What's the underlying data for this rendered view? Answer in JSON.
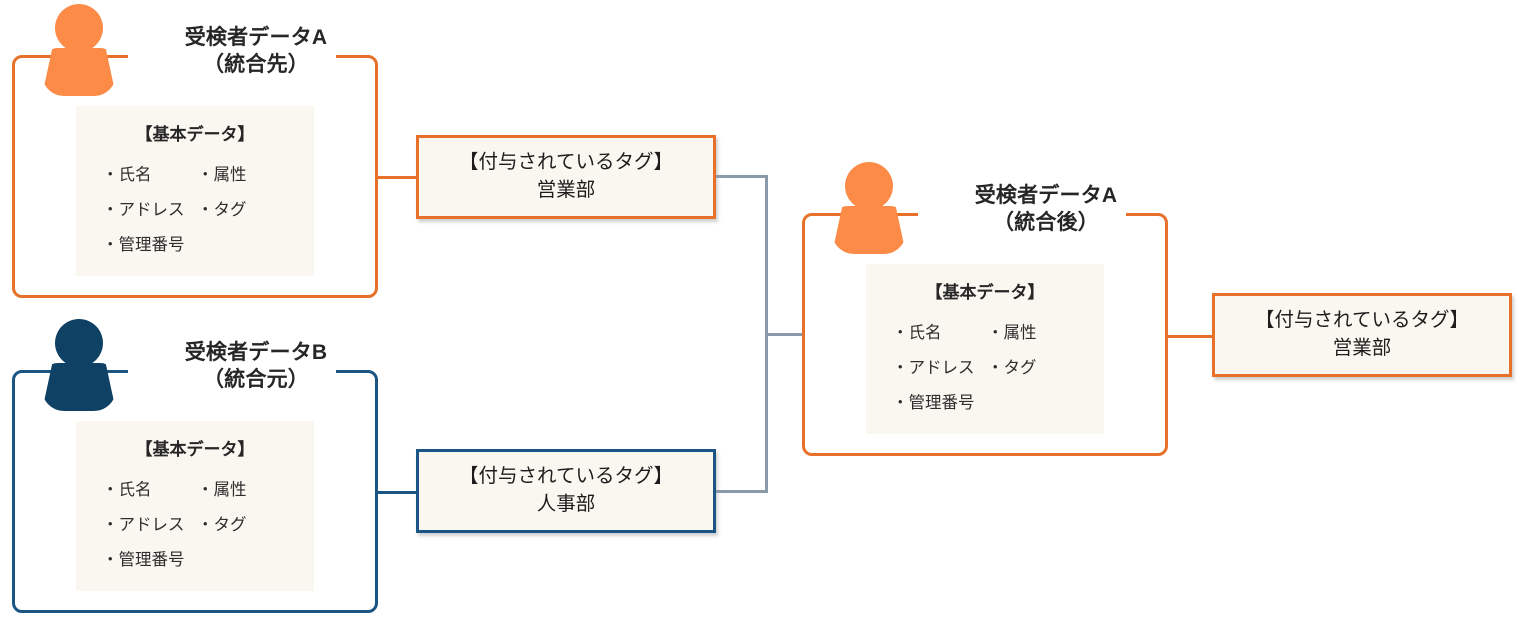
{
  "diagram": {
    "title_hidden": "",
    "colors": {
      "orange": "#e8712a",
      "orange_icon": "#fb8b46",
      "navy": "#1b5584",
      "navy_icon": "#0e4164",
      "panel_cream": "#faf6f0",
      "connector_gray": "#8b9aa8",
      "background": "#ffffff"
    },
    "nodes": {
      "source_a": {
        "title": "受検者データA\n（統合先）",
        "person_icon": "person-icon",
        "accent": "#e8712a",
        "panel": {
          "heading": "【基本データ】",
          "items": [
            "・氏名",
            "・属性",
            "・アドレス",
            "・タグ",
            "・管理番号",
            ""
          ]
        }
      },
      "source_b": {
        "title": "受検者データB\n（統合元）",
        "person_icon": "person-icon",
        "accent": "#1b5584",
        "panel": {
          "heading": "【基本データ】",
          "items": [
            "・氏名",
            "・属性",
            "・アドレス",
            "・タグ",
            "・管理番号",
            ""
          ]
        }
      },
      "merged_a": {
        "title": "受検者データA\n（統合後）",
        "person_icon": "person-icon",
        "accent": "#e8712a",
        "panel": {
          "heading": "【基本データ】",
          "items": [
            "・氏名",
            "・属性",
            "・アドレス",
            "・タグ",
            "・管理番号",
            ""
          ]
        }
      }
    },
    "tags": {
      "tag_a": {
        "label": "【付与されているタグ】",
        "value": "営業部",
        "accent": "#e8712a"
      },
      "tag_b": {
        "label": "【付与されているタグ】",
        "value": "人事部",
        "accent": "#1b5584"
      },
      "tag_merged": {
        "label": "【付与されているタグ】",
        "value": "営業部",
        "accent": "#e8712a"
      }
    }
  }
}
